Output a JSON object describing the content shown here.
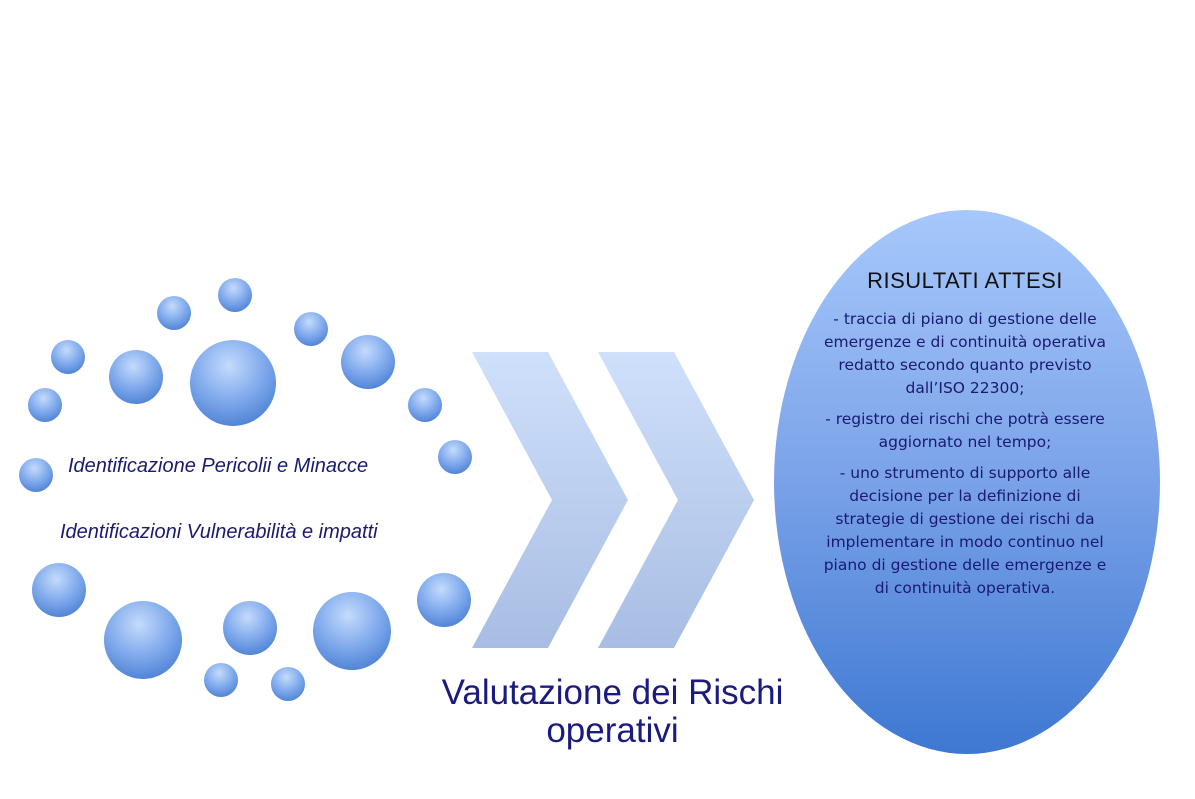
{
  "left_group": {
    "label_hazards": "Identificazione Pericolii e Minacce",
    "label_vulnerabilities": "Identificazioni Vulnerabilità e impatti"
  },
  "center": {
    "title_line1": "Valutazione dei Rischi",
    "title_line2": "operativi"
  },
  "results": {
    "title": "RISULTATI ATTESI",
    "items": [
      "- traccia di piano di gestione delle emergenze e di continuità operativa redatto secondo quanto previsto dall’ISO 22300;",
      "- registro dei rischi che potrà essere aggiornato nel tempo;",
      "- uno strumento di supporto alle decisione per la definizione di strategie di gestione dei rischi da implementare in modo continuo nel piano di gestione delle emergenze e di continuità operativa."
    ]
  },
  "colors": {
    "bubble_light": "#b9d3fb",
    "bubble_dark": "#4f86d8",
    "chevron_light": "#c9dcf9",
    "chevron_dark": "#a9bfe3",
    "ellipse_top": "#9cc0fa",
    "ellipse_bottom": "#3f7ad4",
    "text_navy": "#1a1a80"
  }
}
